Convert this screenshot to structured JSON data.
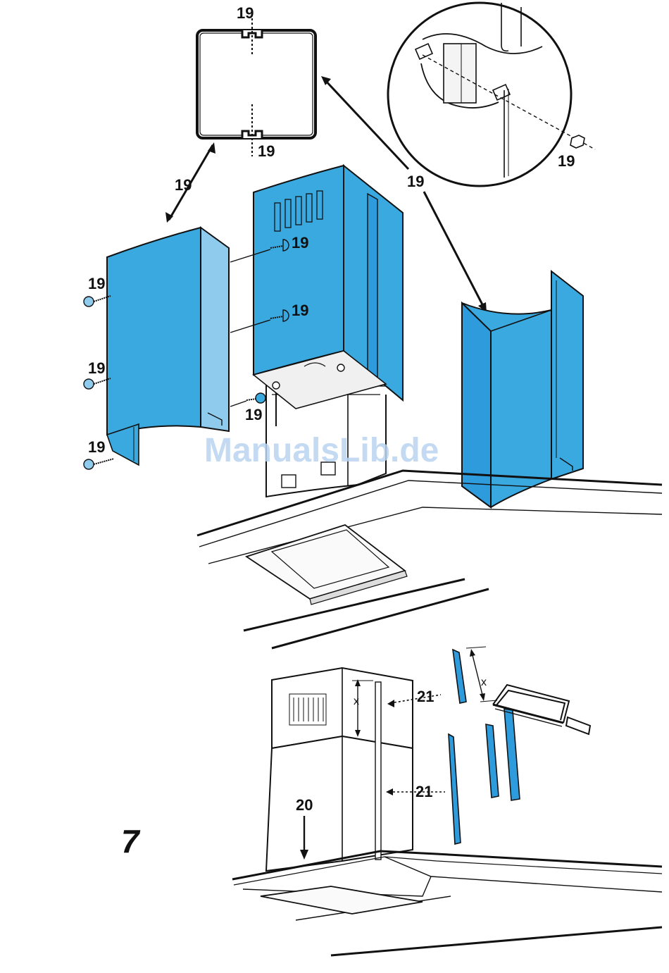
{
  "callouts": {
    "cross_section_top": "19",
    "cross_section_bottom": "19",
    "left_arrow_label": "19",
    "right_arrow_label": "19",
    "detail_screw": "19",
    "body_screw_upper": "19",
    "body_screw_middle": "19",
    "body_screw_lower": "19",
    "panel_screw_top": "19",
    "panel_screw_middle": "19",
    "panel_screw_bottom": "19",
    "hood_label": "20",
    "strip_upper": "21",
    "strip_lower": "21",
    "dim_x_body": "x",
    "dim_x_strip": "x"
  },
  "step_number": "7",
  "watermark": "ManualsLib.de",
  "colors": {
    "panel_blue": "#3aa9e0",
    "panel_blue_light": "#a9d8f0",
    "strip_blue": "#2d9bdc",
    "line": "#111111",
    "watermark": "#b9d3f0"
  }
}
